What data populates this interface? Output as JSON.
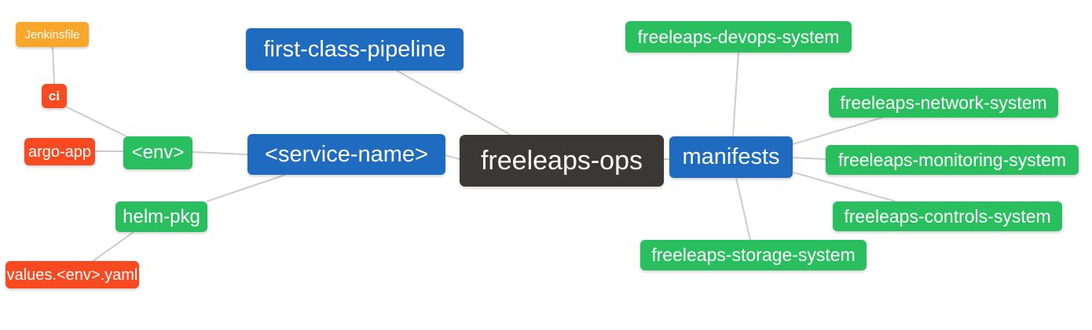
{
  "colors": {
    "root_node_bg": "#3b3735",
    "branch_node_bg": "#1e6bc0",
    "level2_node_bg": "#29bf5f",
    "level3_node_bg": "#fa4a21",
    "level4_node_bg": "#f9a72a",
    "edge_line": "#cccccc",
    "node_text": "#ffffff",
    "canvas_bg": "#ffffff"
  },
  "nodes": {
    "root": "freeleaps-ops",
    "first_class_pipeline": "first-class-pipeline",
    "service_name": "<service-name>",
    "env": "<env>",
    "ci": "ci",
    "jenkinsfile": "Jenkinsfile",
    "argo_app": "argo-app",
    "helm_pkg": "helm-pkg",
    "values_env_yaml": "values.<env>.yaml",
    "manifests": "manifests",
    "devops_system": "freeleaps-devops-system",
    "network_system": "freeleaps-network-system",
    "monitoring_system": "freeleaps-monitoring-system",
    "controls_system": "freeleaps-controls-system",
    "storage_system": "freeleaps-storage-system"
  }
}
